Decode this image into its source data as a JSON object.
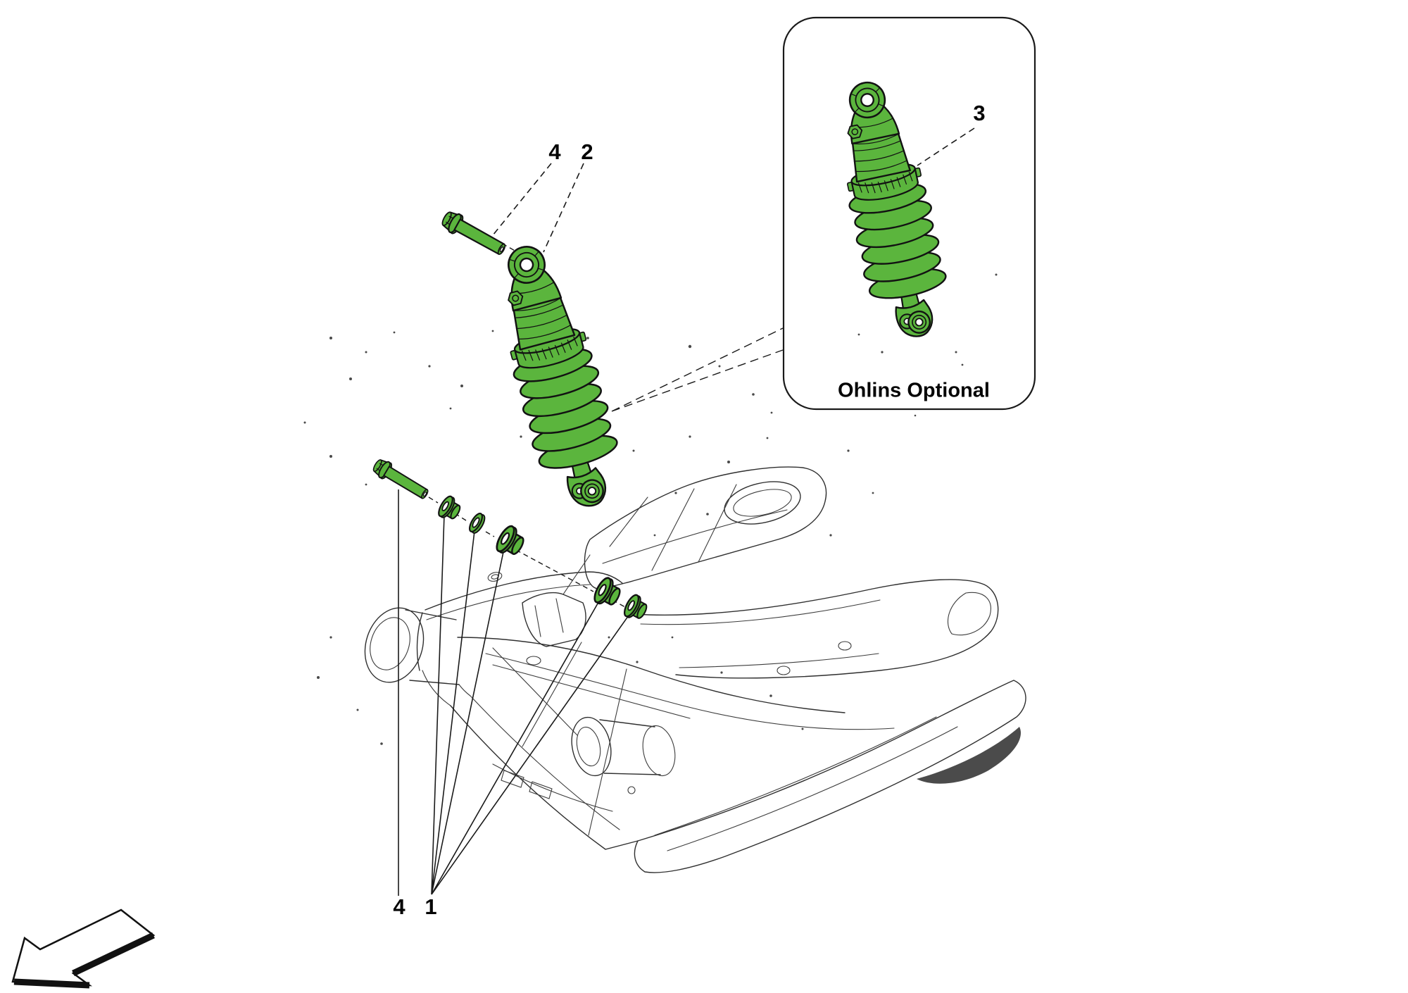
{
  "colors": {
    "part_highlight": "#5bb53d",
    "line": "#1a1a1a"
  },
  "inset": {
    "caption": "Ohlins Optional"
  },
  "callouts": {
    "top_bolt": {
      "label": "4"
    },
    "top_shock_mount": {
      "label": "2"
    },
    "inset_shock": {
      "label": "3"
    },
    "bottom_bolt": {
      "label": "4"
    },
    "bushing_group": {
      "label": "1"
    }
  },
  "icons": {
    "direction_arrow": "front-direction-arrow"
  }
}
